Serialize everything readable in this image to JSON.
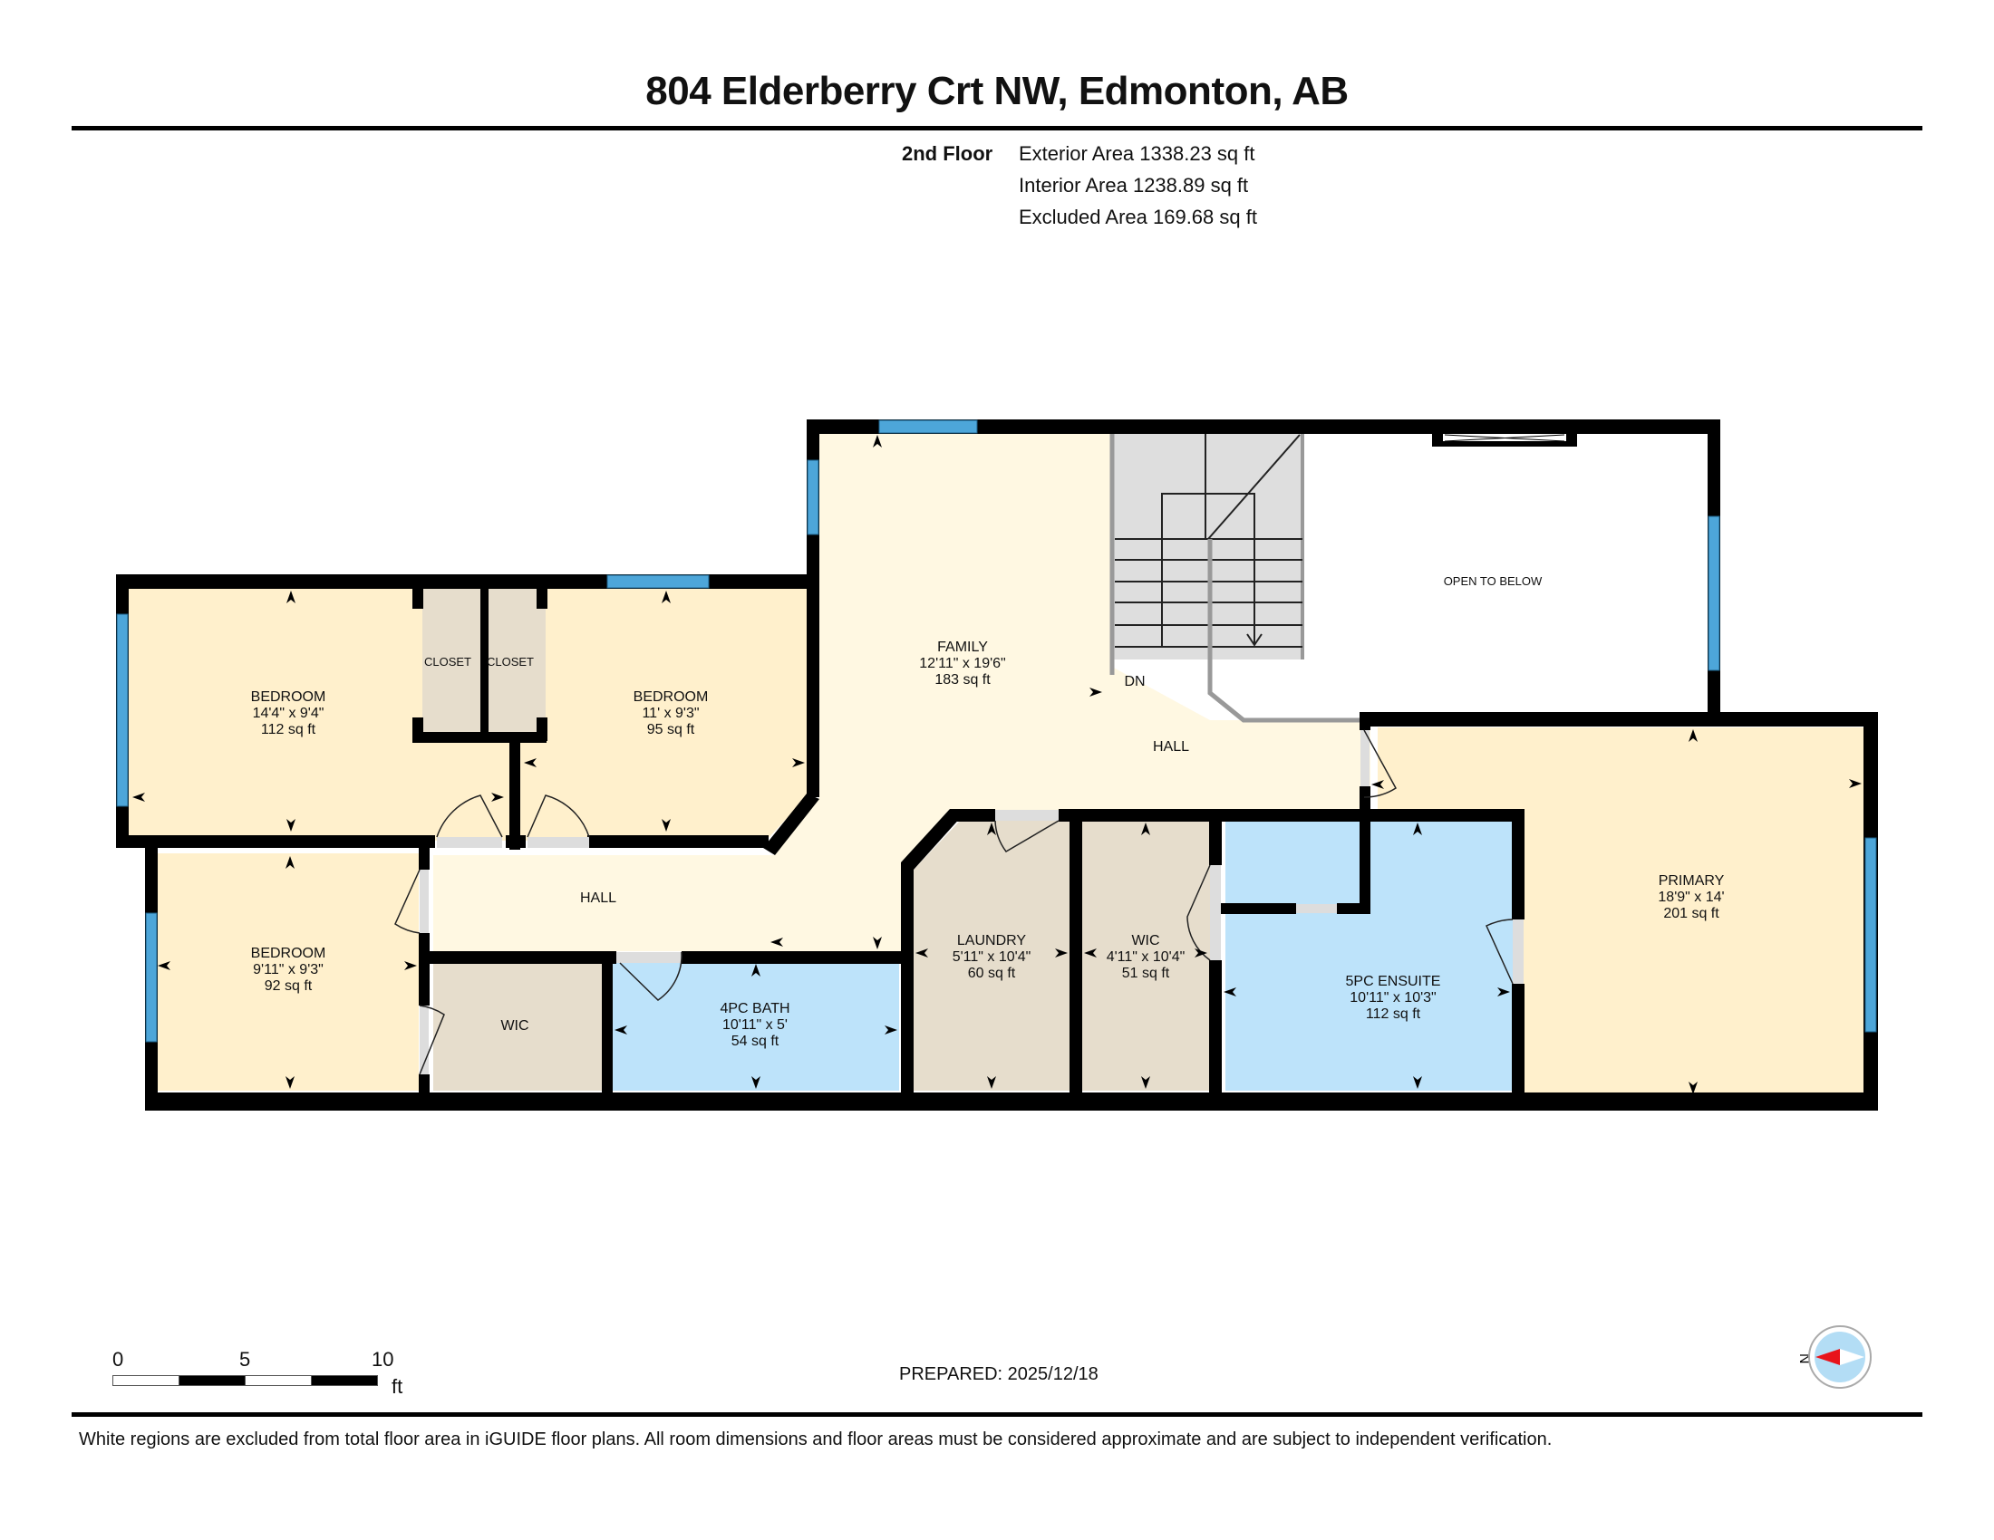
{
  "header": {
    "title": "804 Elderberry Crt NW, Edmonton, AB",
    "floor": "2nd Floor",
    "areas": [
      "Exterior Area 1338.23 sq ft",
      "Interior Area 1238.89 sq ft",
      "Excluded Area 169.68 sq ft"
    ]
  },
  "colors": {
    "bedroom": "#FFF0CC",
    "family": "#FFF8E2",
    "storage": "#E6DDCC",
    "bath": "#BDE3FA",
    "stairs": "#DEDEDE",
    "window": "#4DA6D9",
    "wall": "#000000",
    "compass_arrow": "#E8141B",
    "compass_disc": "#B3DDF5"
  },
  "rooms": {
    "bedroom1": {
      "name": "BEDROOM",
      "dims": "14'4\" x 9'4\"",
      "area": "112 sq ft"
    },
    "closet1": {
      "name": "CLOSET"
    },
    "closet2": {
      "name": "CLOSET"
    },
    "bedroom2": {
      "name": "BEDROOM",
      "dims": "11' x 9'3\"",
      "area": "95 sq ft"
    },
    "family": {
      "name": "FAMILY",
      "dims": "12'11\" x 19'6\"",
      "area": "183 sq ft"
    },
    "stairs": {
      "label": "DN"
    },
    "open_to_below": {
      "name": "OPEN TO BELOW"
    },
    "hall_upper": {
      "name": "HALL"
    },
    "hall_lower": {
      "name": "HALL"
    },
    "bedroom3": {
      "name": "BEDROOM",
      "dims": "9'11\" x 9'3\"",
      "area": "92 sq ft"
    },
    "wic_left": {
      "name": "WIC"
    },
    "bath4pc": {
      "name": "4PC BATH",
      "dims": "10'11\" x 5'",
      "area": "54 sq ft"
    },
    "laundry": {
      "name": "LAUNDRY",
      "dims": "5'11\" x 10'4\"",
      "area": "60 sq ft"
    },
    "wic_mid": {
      "name": "WIC",
      "dims": "4'11\" x 10'4\"",
      "area": "51 sq ft"
    },
    "ensuite": {
      "name": "5PC ENSUITE",
      "dims": "10'11\" x 10'3\"",
      "area": "112 sq ft"
    },
    "primary": {
      "name": "PRIMARY",
      "dims": "18'9\" x 14'",
      "area": "201 sq ft"
    }
  },
  "scale_bar": {
    "ticks": [
      "0",
      "5",
      "10"
    ],
    "unit": "ft"
  },
  "compass": {
    "label": "N"
  },
  "footer": {
    "prepared": "PREPARED: 2025/12/18",
    "disclaimer": "White regions are excluded from total floor area in iGUIDE floor plans. All room dimensions and floor areas must be considered approximate and are subject to independent verification."
  }
}
